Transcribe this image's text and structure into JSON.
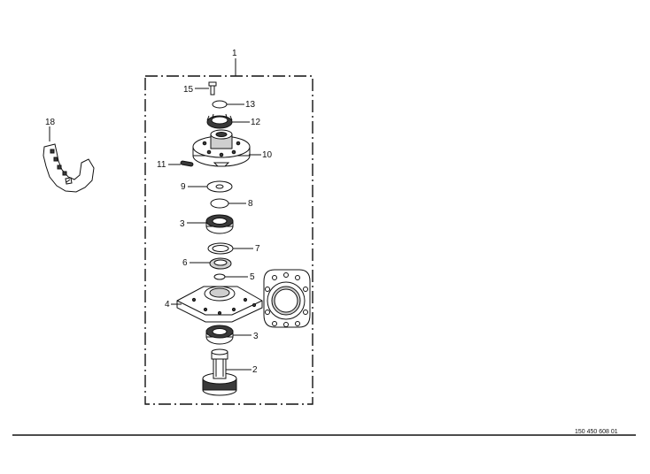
{
  "callouts": {
    "c1": "1",
    "c2": "2",
    "c3a": "3",
    "c3b": "3",
    "c4": "4",
    "c5": "5",
    "c6": "6",
    "c7": "7",
    "c8": "8",
    "c9": "9",
    "c10": "10",
    "c11": "11",
    "c12": "12",
    "c13": "13",
    "c15": "15",
    "c18": "18"
  },
  "document_number": "150 450 608 01"
}
